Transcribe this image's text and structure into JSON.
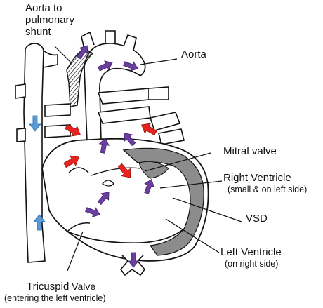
{
  "labels": {
    "shunt_line1": "Aorta to",
    "shunt_line2": "pulmonary",
    "shunt_line3": "shunt",
    "aorta": "Aorta",
    "mitral": "Mitral valve",
    "rv_line1": "Right Ventricle",
    "rv_line2": "(small & on left side)",
    "vsd": "VSD",
    "lv_line1": "Left Ventricle",
    "lv_line2": "(on right side)",
    "tric_main": "Tricuspid",
    "tric_small": " Valve",
    "tric_line2": "(entering the left ventricle)"
  },
  "colors": {
    "outline": "#111111",
    "wall_shade": "#8c8c8c",
    "blue_arrow": "#5b9bd5",
    "red_arrow": "#e8231f",
    "purple_arrow": "#6b3fa0"
  },
  "arrows": {
    "blue": [
      "flow-down-svc",
      "flow-up-ivc"
    ],
    "red": [
      "pulmonary-vein-left-upper",
      "pulmonary-vein-left-lower",
      "pulmonary-vein-right",
      "mitral-inflow"
    ],
    "purple": [
      "shunt-flow",
      "aortic-arch-flow",
      "pulmonary-artery-flow",
      "ventricle-outflow",
      "descending-aorta-flow"
    ]
  }
}
